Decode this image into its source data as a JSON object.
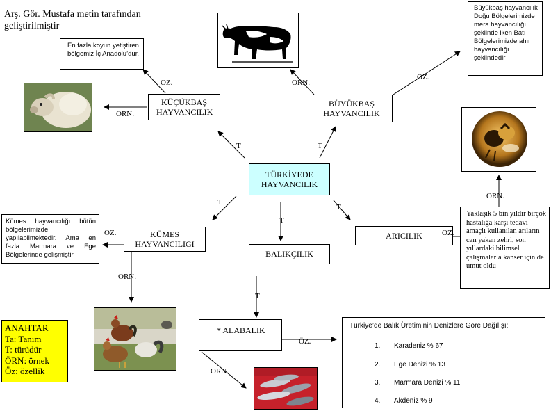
{
  "author": "Arş. Gör. Mustafa metin tarafından geliştirilmiştir",
  "center": "TÜRKİYEDE HAYVANCILIK",
  "kucukbas": "KÜÇÜKBAŞ HAYVANCILIK",
  "buyukbas": "BÜYÜKBAŞ HAYVANCILIK",
  "kumes": "KÜMES HAYVANCILIGI",
  "balikcilik": "BALIKÇILIK",
  "aricilik": "ARICILIK",
  "alabalik": "* ALABALIK",
  "kucukbas_note": "En fazla koyun yetiştiren bölgemiz İç Anadolu’dur.",
  "buyukbas_note": "Büyükbaş hayvancılık Doğu Bölgelerimizde mera hayvancılığı şeklinde iken Batı Bölgelerimizde ahır hayvancılığı şeklindedir",
  "kumes_note": "Kümes hayvancılığı bütün bölgelerimizde yapılabilmektedir. Ama en fazla Marmara ve Ege Bölgelerinde gelişmiştir.",
  "aricilik_note": "Yaklaşık 5 bin yıldır birçok hastalığa karşı tedavi amaçlı kullanılan arıların can yakan zehri, son yıllardaki bilimsel çalışmalarla kanser için de umut oldu",
  "fish_table": {
    "title": "Türkiye’de Balık Üretiminin Denizlere Göre Dağılışı:",
    "items": [
      {
        "num": "1.",
        "text": "Karadeniz % 67"
      },
      {
        "num": "2.",
        "text": "Ege Denizi % 13"
      },
      {
        "num": "3.",
        "text": "Marmara Denizi % 11"
      },
      {
        "num": "4.",
        "text": "Akdeniz % 9"
      }
    ]
  },
  "legend": {
    "title": "ANAHTAR",
    "lines": [
      "Ta: Tanım",
      "T: türüdür",
      "ÖRN: örnek",
      "Öz: özellik"
    ],
    "bg": "#ffff00"
  },
  "labels": {
    "oz": "OZ.",
    "orn": "ORN.",
    "t": "T",
    "oz_dot": "ÖZ."
  },
  "colors": {
    "center_bg": "#ccffff"
  }
}
